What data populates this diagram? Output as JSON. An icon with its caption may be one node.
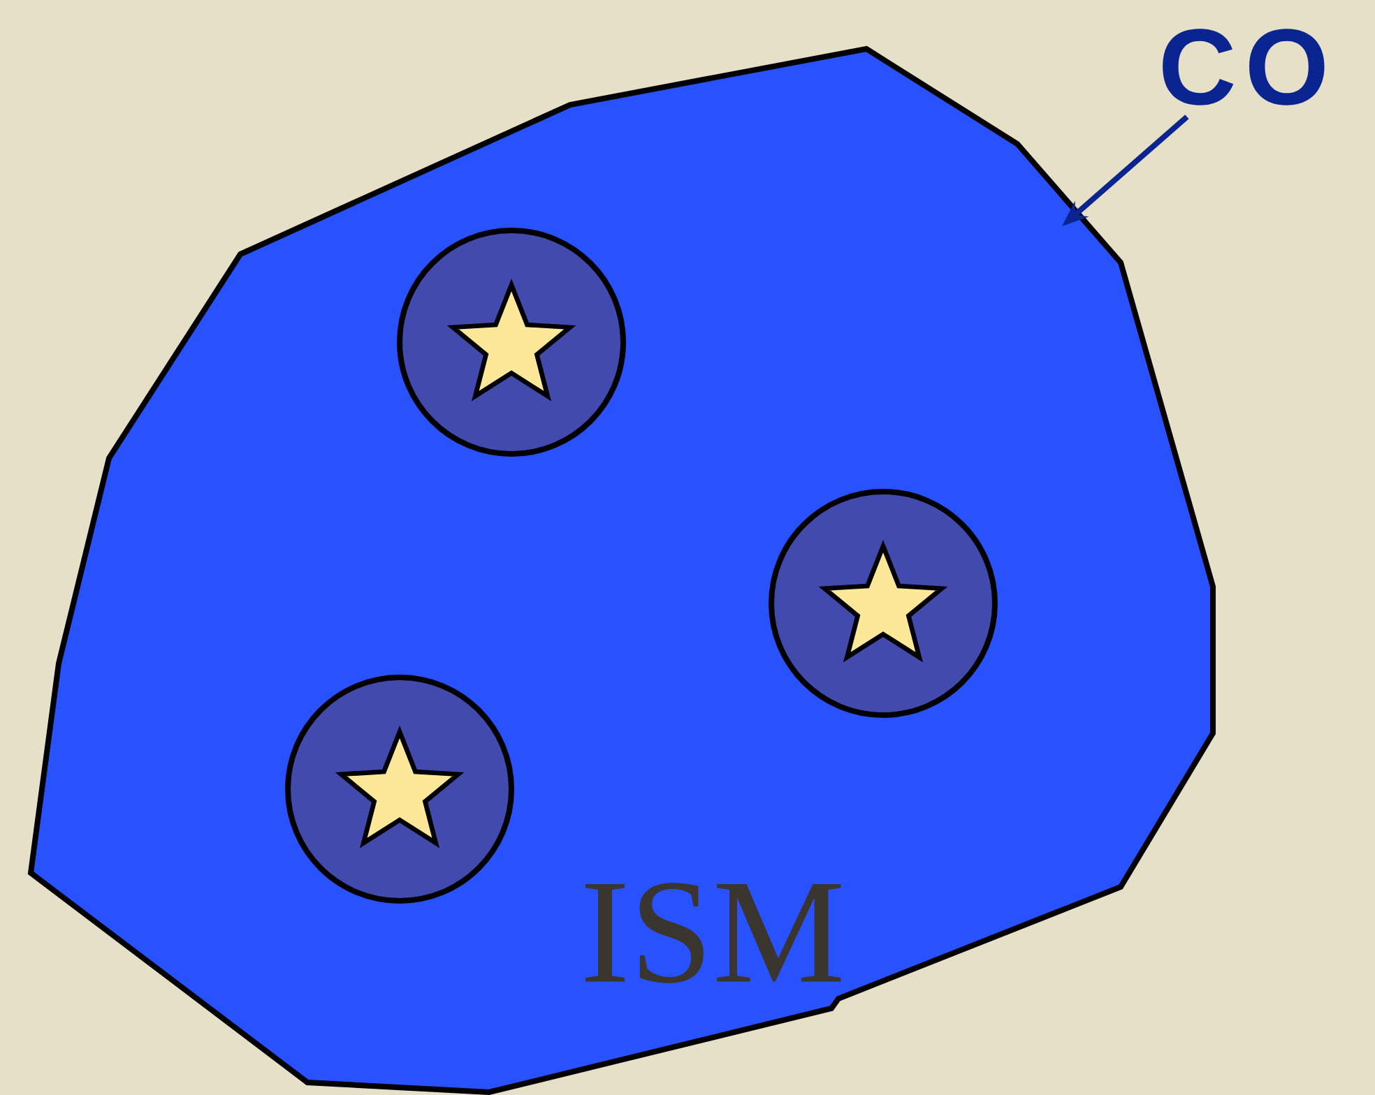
{
  "diagram": {
    "nodes": [
      {
        "text": [
          "ISM"
        ]
      },
      {
        "text": [],
        "shape": "circle",
        "in": 0
      },
      {
        "text": [],
        "shape": "circle",
        "in": 0
      },
      {
        "text": [],
        "shape": "circle",
        "in": 0
      },
      {
        "text": [
          "CO"
        ]
      }
    ],
    "edges": [
      {
        "from": 4,
        "to": 0,
        "arrow": "to",
        "color": "#0a2590"
      }
    ]
  }
}
